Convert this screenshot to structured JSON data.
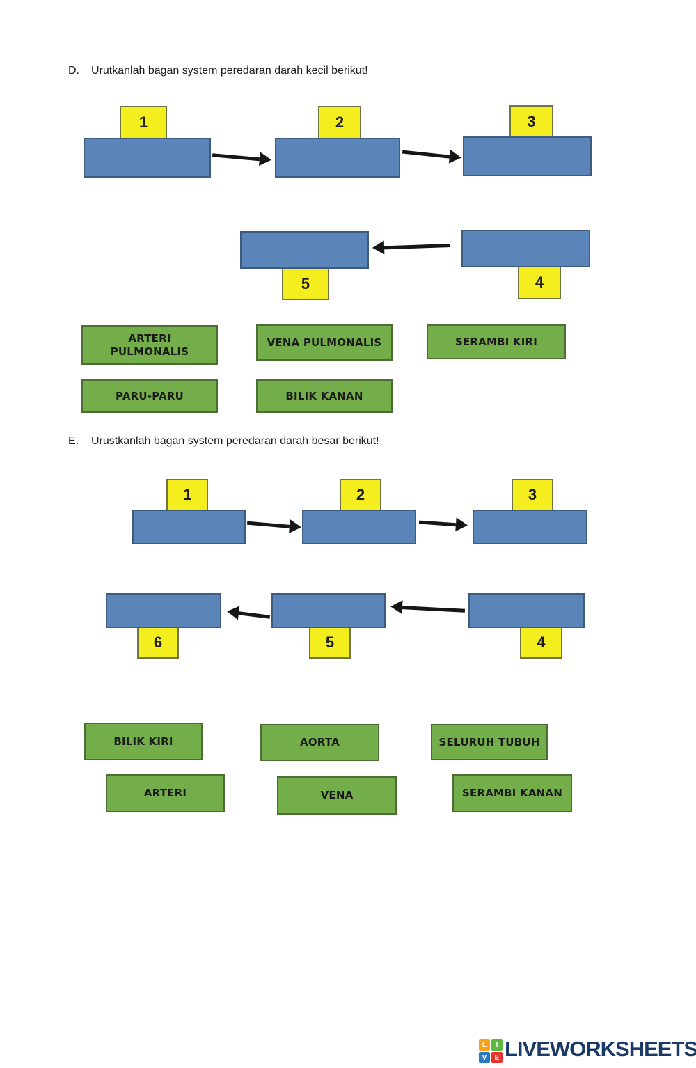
{
  "colors": {
    "slot_fill": "#5b84b8",
    "slot_border": "#3d5c80",
    "tag_fill": "#f4ee1f",
    "tag_border": "#6f7440",
    "option_fill": "#74ae4b",
    "option_border": "#4a6e33",
    "arrow": "#161616",
    "logo_text": "#1b3a66",
    "logo_tile_colors": [
      "#f7a319",
      "#5cb944",
      "#2c77c0",
      "#e6352f"
    ]
  },
  "section_d": {
    "letter": "D.",
    "title": "Urutkanlah bagan system peredaran darah kecil berikut!",
    "numbers": {
      "n1": "1",
      "n2": "2",
      "n3": "3",
      "n4": "4",
      "n5": "5"
    },
    "options": {
      "arteri_pulmonalis": "ARTERI PULMONALIS",
      "vena_pulmonalis": "VENA PULMONALIS",
      "serambi_kiri": "SERAMBI KIRI",
      "paru_paru": "PARU-PARU",
      "bilik_kanan": "BILIK KANAN"
    }
  },
  "section_e": {
    "letter": "E.",
    "title": "Urustkanlah bagan system peredaran darah besar berikut!",
    "numbers": {
      "n1": "1",
      "n2": "2",
      "n3": "3",
      "n4": "4",
      "n5": "5",
      "n6": "6"
    },
    "options": {
      "bilik_kiri": "BILIK KIRI",
      "aorta": "AORTA",
      "seluruh_tubuh": "SELURUH TUBUH",
      "arteri": "ARTERI",
      "vena": "VENA",
      "serambi_kanan": "SERAMBI KANAN"
    }
  },
  "footer": {
    "logo_text": "LIVEWORKSHEETS",
    "tiles": [
      "L",
      "I",
      "V",
      "E"
    ]
  }
}
